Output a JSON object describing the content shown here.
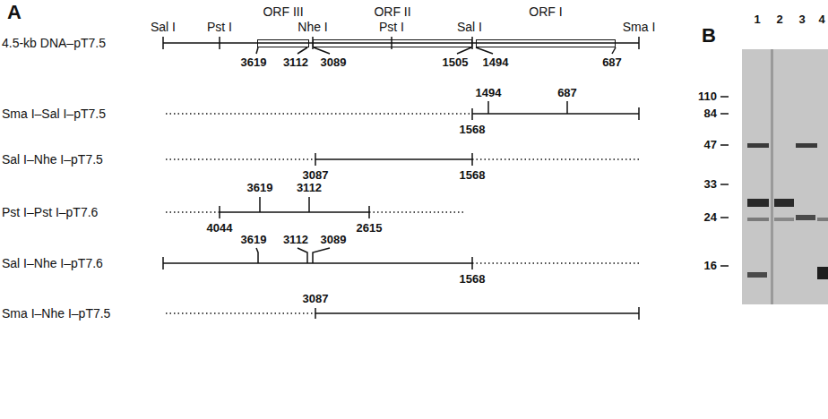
{
  "diagram": {
    "nodes": [
      {
        "text": [
          "ORF III"
        ]
      },
      {
        "text": [
          "ORF II"
        ]
      },
      {
        "text": [
          "ORF I"
        ]
      }
    ],
    "labels": [
      "A",
      "Sal I",
      "Pst I",
      "Nhe I",
      "Pst I",
      "Sal I",
      "Sma I",
      "4.5-kb DNA–pT7.5",
      "3619",
      "3112",
      "3089",
      "1505",
      "1494",
      "687",
      "1494",
      "687",
      "Sma I–Sal I–pT7.5",
      "1568",
      "Sal I–Nhe I–pT7.5",
      "3087",
      "1568",
      "3619",
      "3112",
      "Pst I–Pst I–pT7.6",
      "4044",
      "2615",
      "3619",
      "3112",
      "3089",
      "Sal I–Nhe I–pT7.6",
      "1568",
      "3087",
      "Sma I–Nhe I–pT7.5",
      "B",
      "1",
      "2",
      "3",
      "4",
      "110",
      "84",
      "47",
      "33",
      "24",
      "16"
    ]
  }
}
